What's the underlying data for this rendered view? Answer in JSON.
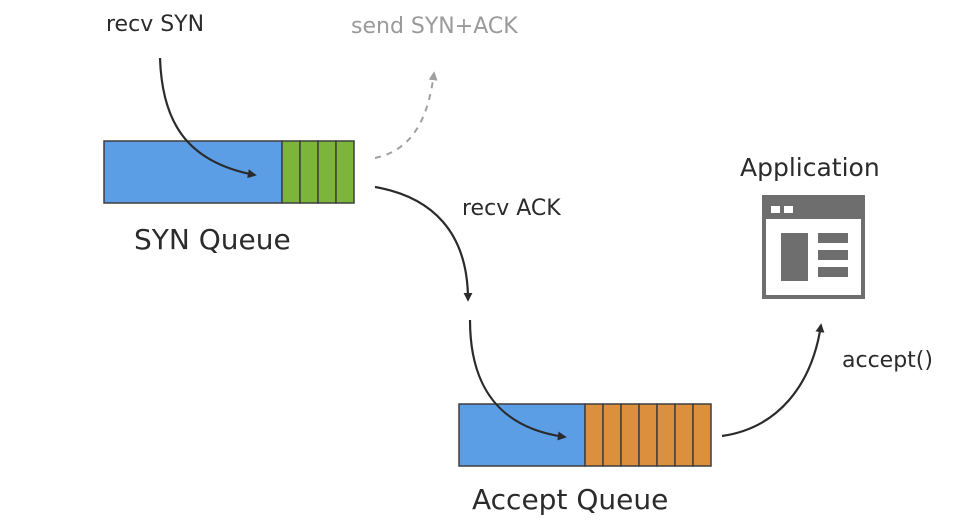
{
  "labels": {
    "recv_syn": "recv SYN",
    "send_syn_ack": "send SYN+ACK",
    "syn_queue": "SYN Queue",
    "recv_ack": "recv ACK",
    "application": "Application",
    "accept_call": "accept()",
    "accept_queue": "Accept Queue"
  },
  "colors": {
    "queue_empty": "#5b9ee6",
    "syn_slots": "#7cb53a",
    "accept_slots": "#dc8f3d",
    "slot_border": "#3f3f3f",
    "app_icon": "#6e6e6e",
    "arrow": "#2b2b2b",
    "arrow_dashed": "#a0a0a0"
  },
  "queues": {
    "syn": {
      "filled_slots": 4
    },
    "accept": {
      "filled_slots": 7
    }
  }
}
